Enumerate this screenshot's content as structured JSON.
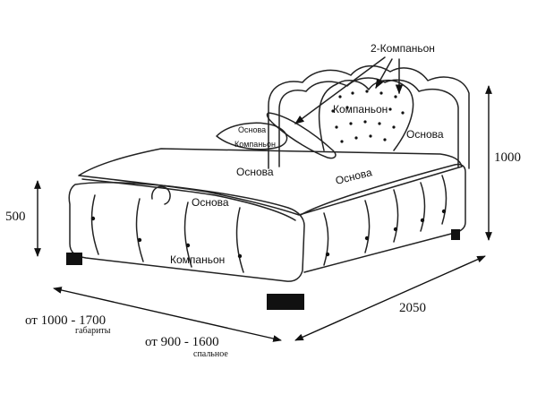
{
  "labels": {
    "companion2": "2-Компаньон",
    "headboard_center": "Компаньон",
    "headboard_side": "Основа",
    "pillow_top": "Основа",
    "pillow_bottom": "Компаньон",
    "mattress_main": "Основа",
    "mattress_right": "Основа",
    "footboard_top": "Основа",
    "base_front": "Компаньон"
  },
  "dimensions": {
    "height_total": "1000",
    "height_base": "500",
    "length": "2050",
    "width_overall": "от 1000 - 1700",
    "width_overall_note": "габариты",
    "width_sleep": "от 900 - 1600",
    "width_sleep_note": "спальное"
  }
}
